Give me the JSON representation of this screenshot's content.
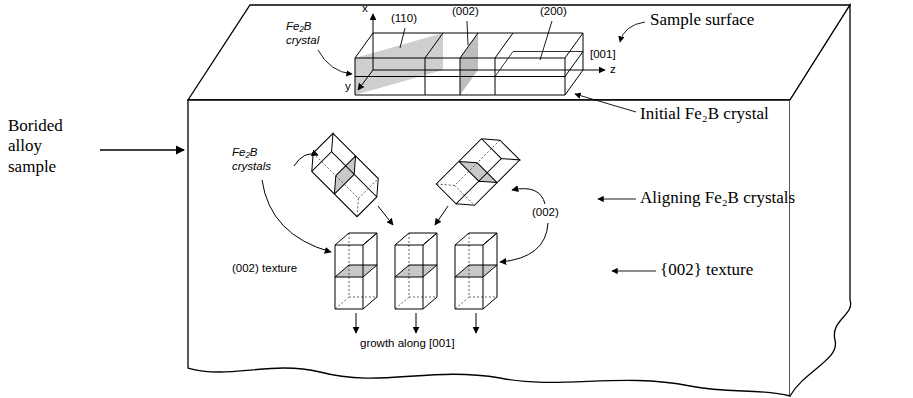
{
  "diagram": {
    "labels": [
      "Fe₂B crystal",
      "x",
      "(110)",
      "(002)",
      "(200)",
      "[001]",
      "z",
      "y",
      "Sample surface",
      "Initial Fe₂B crystal",
      "Borided alloy sample",
      "Aligning Fe₂B crystals",
      "Fe₂B crystals",
      "(002)",
      "(002) texture",
      "{002} texture",
      "growth along [001]"
    ]
  }
}
